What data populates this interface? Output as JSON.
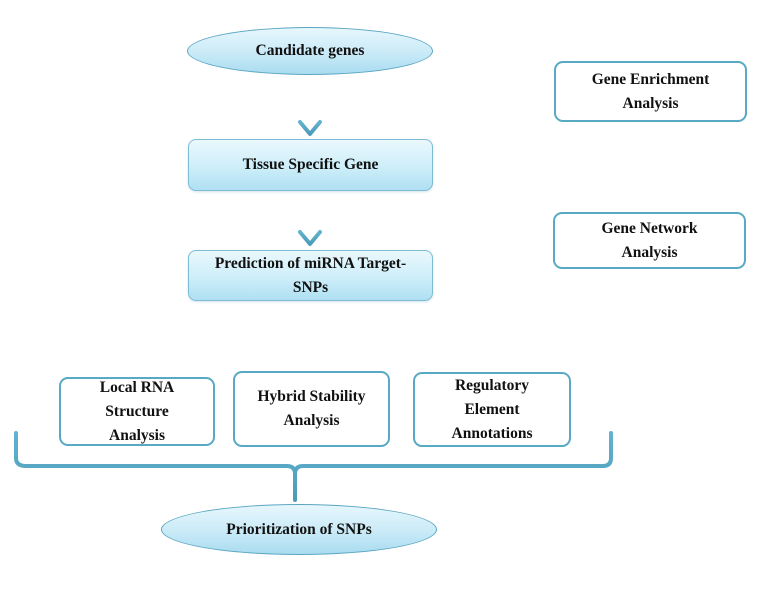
{
  "nodes": {
    "candidate": "Candidate genes",
    "tissue": "Tissue Specific Gene",
    "prediction_l1": "Prediction of miRNA Target-",
    "prediction_l2": "SNPs",
    "enrichment_l1": "Gene Enrichment",
    "enrichment_l2": "Analysis",
    "network_l1": "Gene Network",
    "network_l2": "Analysis",
    "local_l1": "Local RNA",
    "local_l2": "Structure",
    "local_l3": "Analysis",
    "hybrid_l1": "Hybrid Stability",
    "hybrid_l2": "Analysis",
    "regulatory_l1": "Regulatory",
    "regulatory_l2": "Element",
    "regulatory_l3": "Annotations",
    "prioritization": "Prioritization of SNPs"
  },
  "colors": {
    "connector": "#5aaac6",
    "ellipse_fill": "#c9eaf7",
    "box_border": "#58a9c4"
  }
}
